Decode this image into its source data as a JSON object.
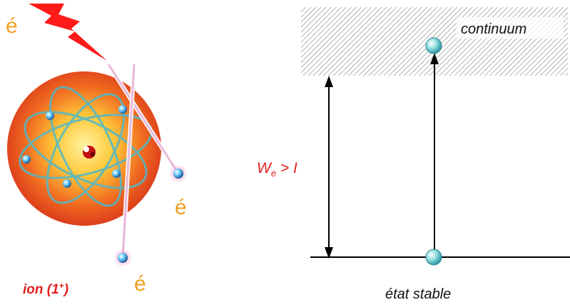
{
  "left_panel": {
    "electron_incoming": "é",
    "electron_right": "é",
    "electron_bottom": "é",
    "ion_label_prefix": "ion (1",
    "ion_label_sup": "+",
    "ion_label_suffix": ")"
  },
  "right_panel": {
    "continuum_label": "continuum",
    "energy_label_main": "W",
    "energy_label_sub": "e",
    "energy_label_rest": " > I",
    "ground_state_label": "état stable"
  },
  "colors": {
    "electron_text": "#f0a020",
    "lightning": "#ff1a1a",
    "energy_label": "#e02020",
    "ion_label": "#e02020",
    "atom_core": "#ffd23a",
    "atom_outer": "#e8361a",
    "orbit": "#4fb8c8",
    "hatch": "#9a9a9a",
    "particle": "#7fd8d8",
    "line": "#000000"
  }
}
